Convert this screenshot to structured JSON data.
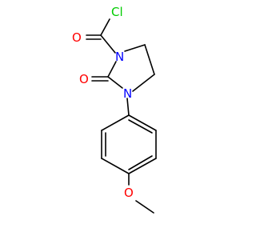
{
  "molecule": {
    "atoms": {
      "cl": {
        "label": "Cl",
        "color": "#00cc00"
      },
      "o_acyl": {
        "label": "O",
        "color": "#ff0000"
      },
      "n1": {
        "label": "N",
        "color": "#0000ff"
      },
      "o_ring": {
        "label": "O",
        "color": "#ff0000"
      },
      "n3": {
        "label": "N",
        "color": "#0000ff"
      },
      "o_ether": {
        "label": "O",
        "color": "#ff0000"
      }
    },
    "bond_color": "#000000"
  }
}
